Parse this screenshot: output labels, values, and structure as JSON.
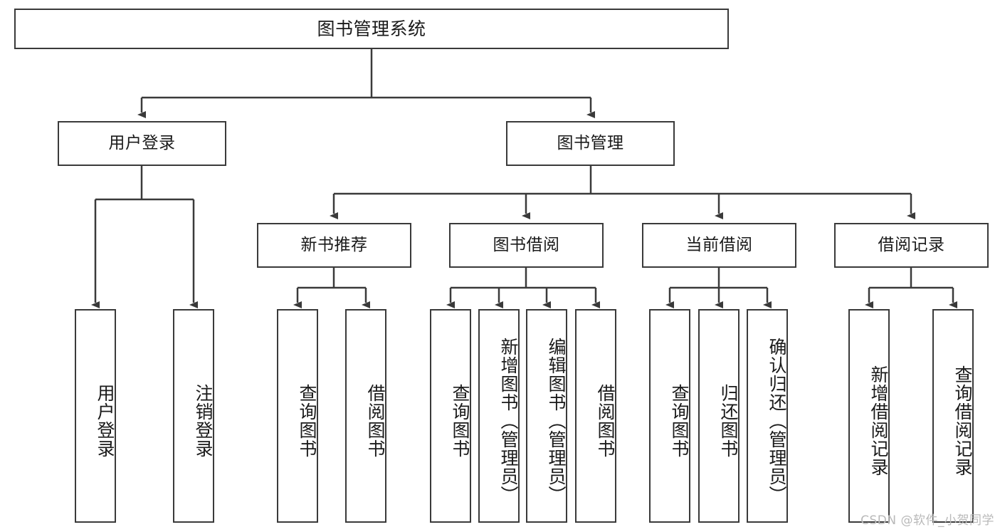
{
  "diagram": {
    "title": "图书管理系统",
    "type": "功能结构图",
    "root": {
      "id": "root",
      "label": "图书管理系统"
    },
    "level2": [
      {
        "id": "user-login",
        "label": "用户登录"
      },
      {
        "id": "book-manage",
        "label": "图书管理"
      }
    ],
    "level3": [
      {
        "id": "new-book-recommend",
        "label": "新书推荐"
      },
      {
        "id": "book-borrow",
        "label": "图书借阅"
      },
      {
        "id": "current-borrow",
        "label": "当前借阅"
      },
      {
        "id": "borrow-record",
        "label": "借阅记录"
      }
    ],
    "leaves": {
      "user_login": [
        {
          "id": "leaf-user-login",
          "label": "用户登录"
        },
        {
          "id": "leaf-logout",
          "label": "注销登录"
        }
      ],
      "new_book_recommend": [
        {
          "id": "leaf-query-book-1",
          "label": "查询图书"
        },
        {
          "id": "leaf-borrow-book-1",
          "label": "借阅图书"
        }
      ],
      "book_borrow": [
        {
          "id": "leaf-query-book-2",
          "label": "查询图书"
        },
        {
          "id": "leaf-add-book",
          "label": "新增图书（管理员）"
        },
        {
          "id": "leaf-edit-book",
          "label": "编辑图书（管理员）"
        },
        {
          "id": "leaf-borrow-book-2",
          "label": "借阅图书"
        }
      ],
      "current_borrow": [
        {
          "id": "leaf-query-book-3",
          "label": "查询图书"
        },
        {
          "id": "leaf-return-book",
          "label": "归还图书"
        },
        {
          "id": "leaf-confirm-return",
          "label": "确认归还（管理员）"
        }
      ],
      "borrow_record": [
        {
          "id": "leaf-add-record",
          "label": "新增借阅记录"
        },
        {
          "id": "leaf-query-record",
          "label": "查询借阅记录"
        }
      ]
    }
  },
  "watermark": {
    "text": "CSDN @软件_小贺同学"
  },
  "colors": {
    "stroke": "#3a3a3a",
    "background": "#ffffff",
    "text": "#1a1a1a",
    "watermark": "#b9b9b9"
  }
}
